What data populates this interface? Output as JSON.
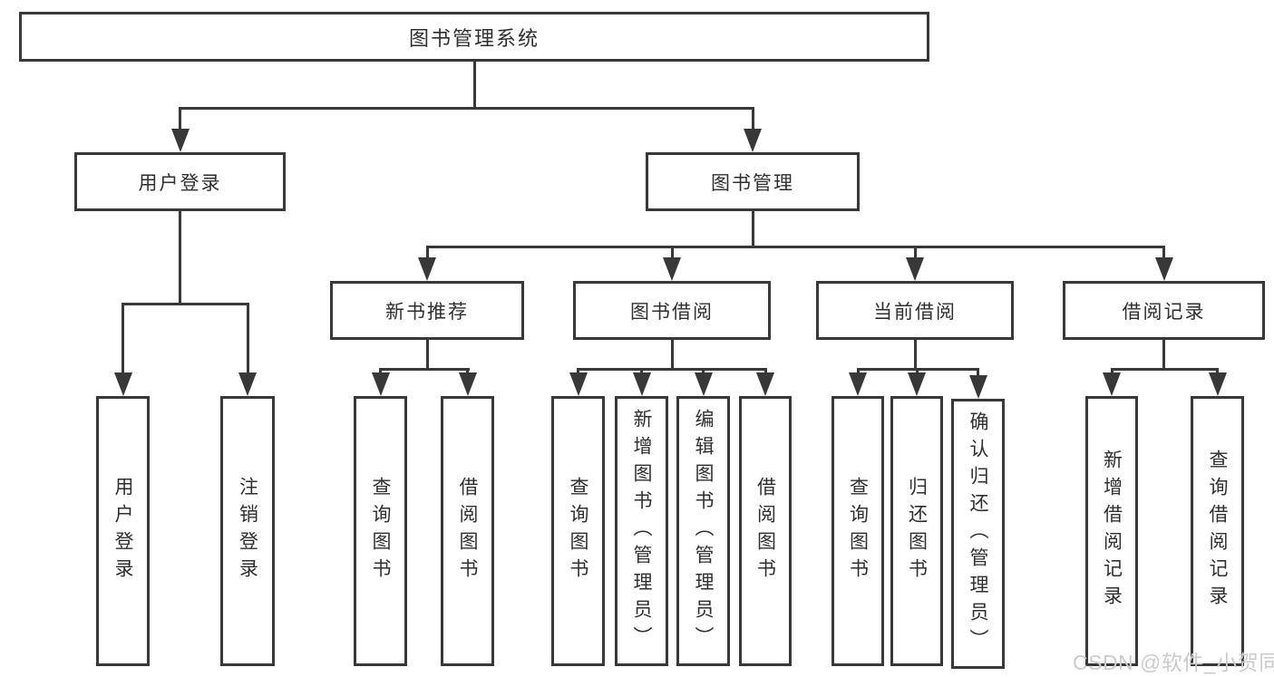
{
  "nodes": {
    "root": "图书管理系统",
    "user_login": "用户登录",
    "book_management": "图书管理",
    "new_book_recommend": "新书推荐",
    "book_borrowing": "图书借阅",
    "current_borrowing": "当前借阅",
    "borrowing_records": "借阅记录",
    "leaf_user_login": "用户登录",
    "leaf_logout": "注销登录",
    "leaf_nbr_query_books": "查询图书",
    "leaf_nbr_borrow_books": "借阅图书",
    "leaf_bb_query_books": "查询图书",
    "leaf_bb_add_books_admin": "新增图书（管理员）",
    "leaf_bb_edit_books_admin": "编辑图书（管理员）",
    "leaf_bb_borrow_books": "借阅图书",
    "leaf_cb_query_books": "查询图书",
    "leaf_cb_return_books": "归还图书",
    "leaf_cb_confirm_return_admin": "确认归还（管理员）",
    "leaf_br_add_record": "新增借阅记录",
    "leaf_br_query_record": "查询借阅记录"
  },
  "watermark": "CSDN @软件_小贺同学",
  "colors": {
    "line": "#383838",
    "text": "#2f2f2f",
    "background": "#ffffff",
    "watermark": "#cbcbcb"
  }
}
